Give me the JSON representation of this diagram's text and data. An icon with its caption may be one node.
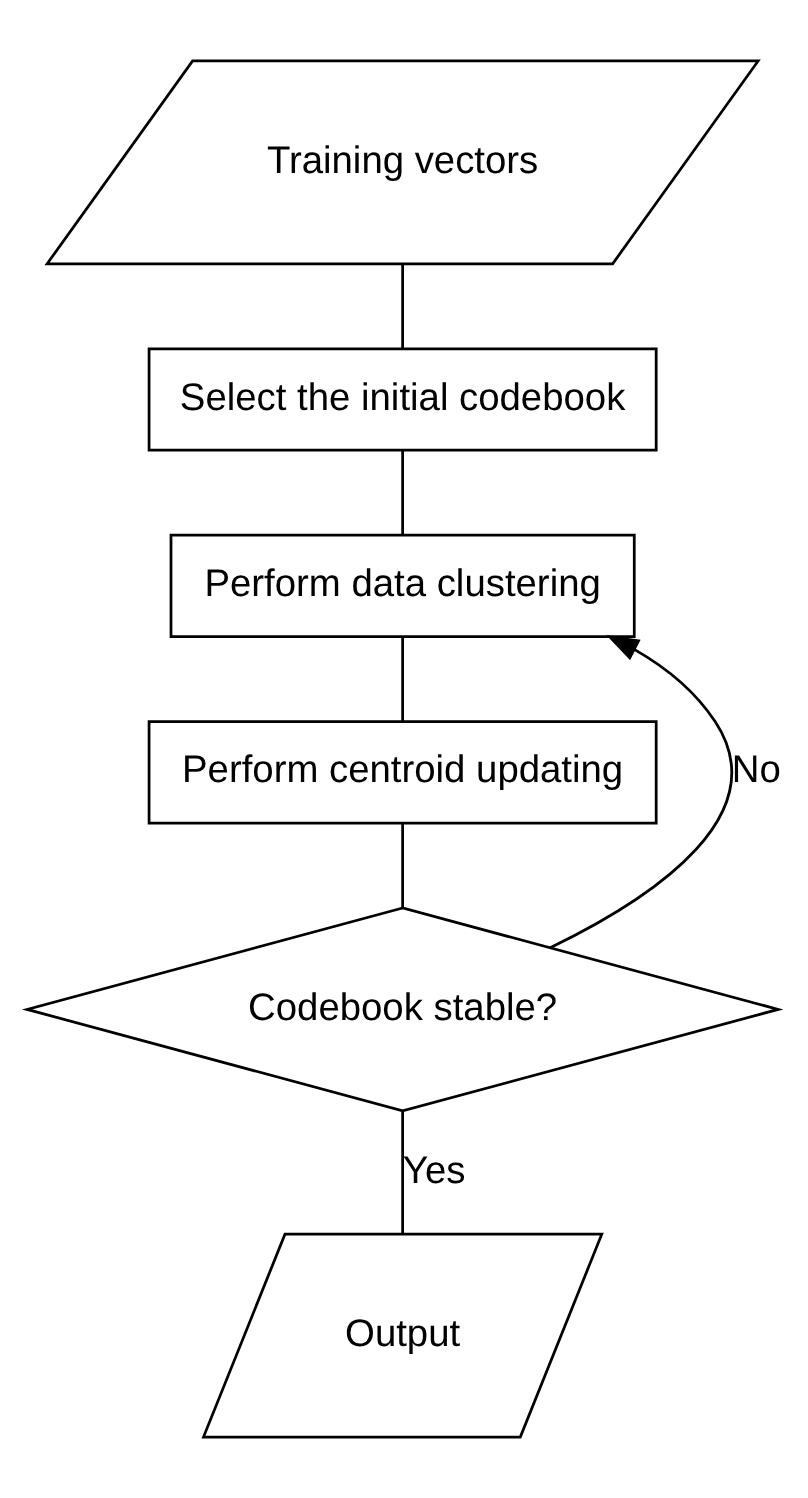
{
  "diagram": {
    "nodes": [
      {
        "text": [
          "Training vectors"
        ]
      },
      {
        "text": [
          "Select the initial codebook"
        ]
      },
      {
        "text": [
          "Perform data clustering"
        ]
      },
      {
        "text": [
          "Perform centroid updating"
        ]
      },
      {
        "text": [
          "Codebook stable?"
        ]
      },
      {
        "text": [
          "Output"
        ]
      }
    ],
    "edges": [
      {
        "from": 0,
        "to": 1,
        "arrow": "none"
      },
      {
        "from": 1,
        "to": 2,
        "arrow": "none"
      },
      {
        "from": 2,
        "to": 3,
        "arrow": "none"
      },
      {
        "from": 3,
        "to": 4,
        "arrow": "none"
      },
      {
        "from": 4,
        "to": 5,
        "arrow": "none",
        "label": "Yes"
      },
      {
        "from": 4,
        "to": 2,
        "arrow": "to",
        "label": "No"
      }
    ]
  }
}
